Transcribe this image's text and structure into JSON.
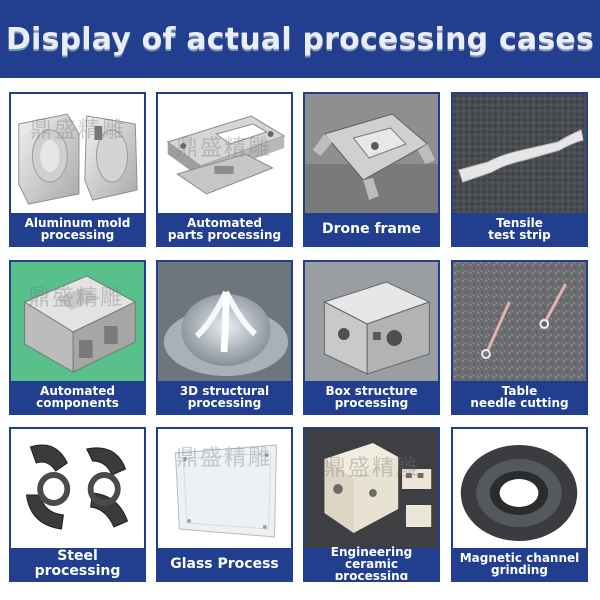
{
  "header": {
    "title": "Display of actual processing cases"
  },
  "watermark": {
    "text": "鼎盛精雕"
  },
  "colors": {
    "brand_blue": "#213e8f",
    "header_text": "#e9edf6",
    "caption_text": "#ffffff"
  },
  "cases": [
    {
      "line1": "Aluminum mold",
      "line2": "processing"
    },
    {
      "line1": "Automated",
      "line2": "parts processing"
    },
    {
      "line1": "Drone frame",
      "line2": ""
    },
    {
      "line1": "Tensile",
      "line2": "test strip"
    },
    {
      "line1": "Automated",
      "line2": "components"
    },
    {
      "line1": "3D structural",
      "line2": "processing"
    },
    {
      "line1": "Box structure",
      "line2": "processing"
    },
    {
      "line1": "Table",
      "line2": "needle cutting"
    },
    {
      "line1": "Steel processing",
      "line2": ""
    },
    {
      "line1": "Glass Process",
      "line2": ""
    },
    {
      "line1": "Engineering",
      "line2": "ceramic processing"
    },
    {
      "line1": "Magnetic channel",
      "line2": "grinding"
    }
  ]
}
